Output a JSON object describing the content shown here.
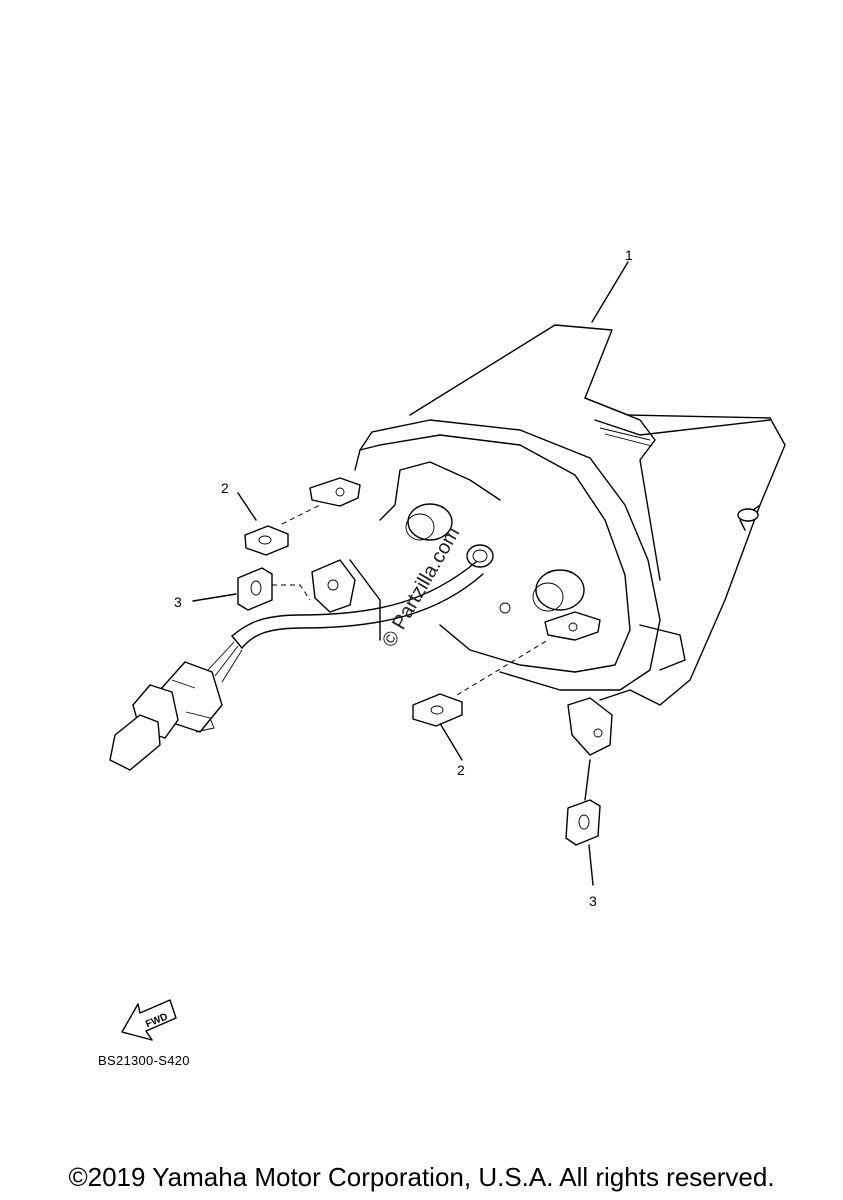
{
  "callouts": {
    "part1": "1",
    "part2_upper": "2",
    "part3_upper": "3",
    "part2_lower": "2",
    "part3_lower": "3"
  },
  "diagram_code": "BS21300-S420",
  "fwd_label": "FWD",
  "watermark": "© Partzilla.com",
  "copyright": "©2019 Yamaha Motor Corporation, U.S.A. All rights reserved."
}
